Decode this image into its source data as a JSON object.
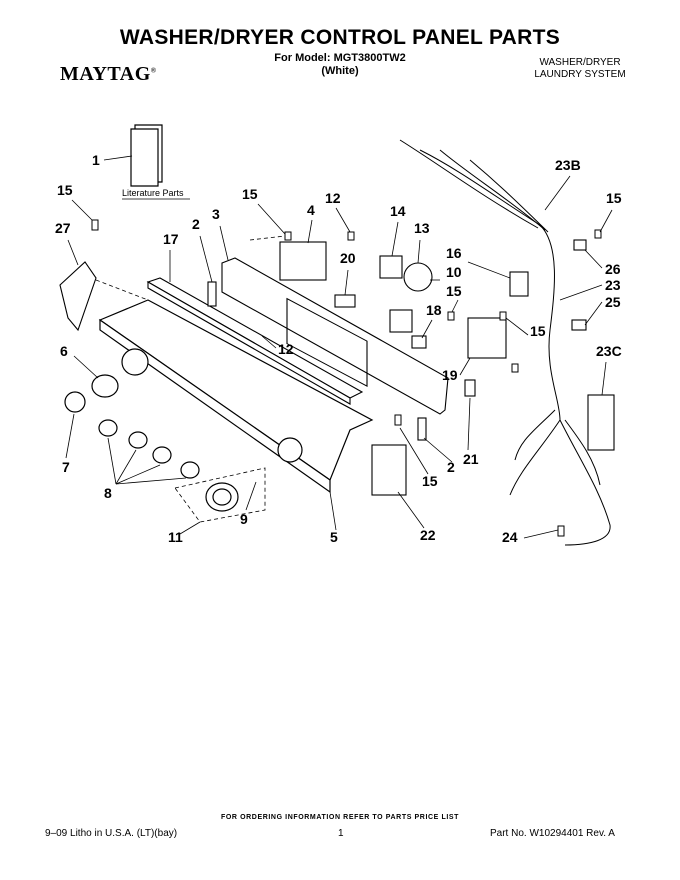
{
  "header": {
    "title": "WASHER/DRYER CONTROL PANEL PARTS",
    "model_line": "For Model: MGT3800TW2",
    "color_line": "(White)",
    "brand": "MAYTAG",
    "system_line1": "WASHER/DRYER",
    "system_line2": "LAUNDRY SYSTEM"
  },
  "diagram": {
    "literature_label": "Literature Parts",
    "callouts": [
      "1",
      "15",
      "27",
      "17",
      "2",
      "3",
      "15",
      "4",
      "12",
      "14",
      "13",
      "20",
      "10",
      "16",
      "23B",
      "15",
      "26",
      "23",
      "25",
      "6",
      "12",
      "15",
      "18",
      "15",
      "19",
      "23C",
      "7",
      "8",
      "9",
      "11",
      "5",
      "22",
      "2",
      "15",
      "21",
      "24"
    ]
  },
  "footer": {
    "ordering_note": "FOR ORDERING INFORMATION REFER TO PARTS PRICE LIST",
    "litho": "9–09 Litho in U.S.A. (LT)(bay)",
    "page": "1",
    "part_number": "Part No. W10294401 Rev. A"
  }
}
